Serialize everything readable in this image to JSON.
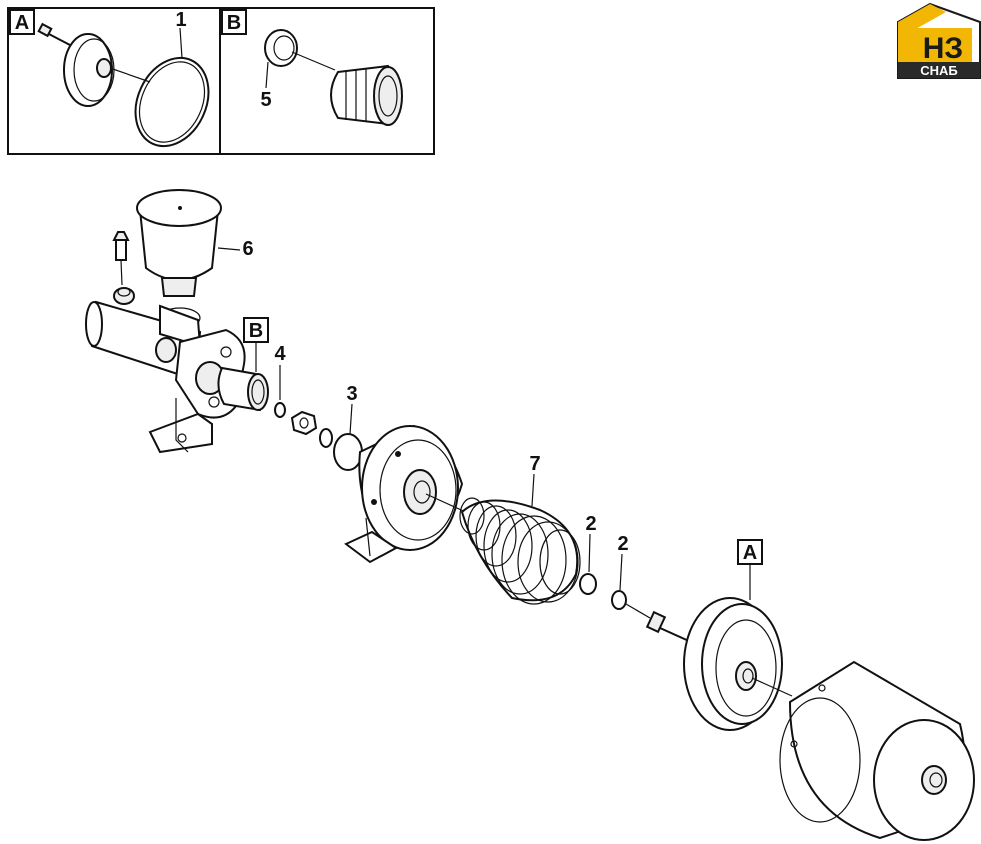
{
  "logo": {
    "letters": "НЗ",
    "caption": "СНАБ",
    "colors": {
      "yellow": "#f2b705",
      "dark": "#2a2a2a"
    }
  },
  "insets": [
    {
      "letter": "A",
      "callouts": [
        "1"
      ]
    },
    {
      "letter": "B",
      "callouts": [
        "5"
      ]
    }
  ],
  "main_callouts": {
    "box_b": "B",
    "box_a": "A",
    "part_6": "6",
    "part_4": "4",
    "part_3": "3",
    "part_7": "7",
    "part_2a": "2",
    "part_2b": "2"
  },
  "colors": {
    "line": "#111111",
    "background": "#ffffff"
  }
}
